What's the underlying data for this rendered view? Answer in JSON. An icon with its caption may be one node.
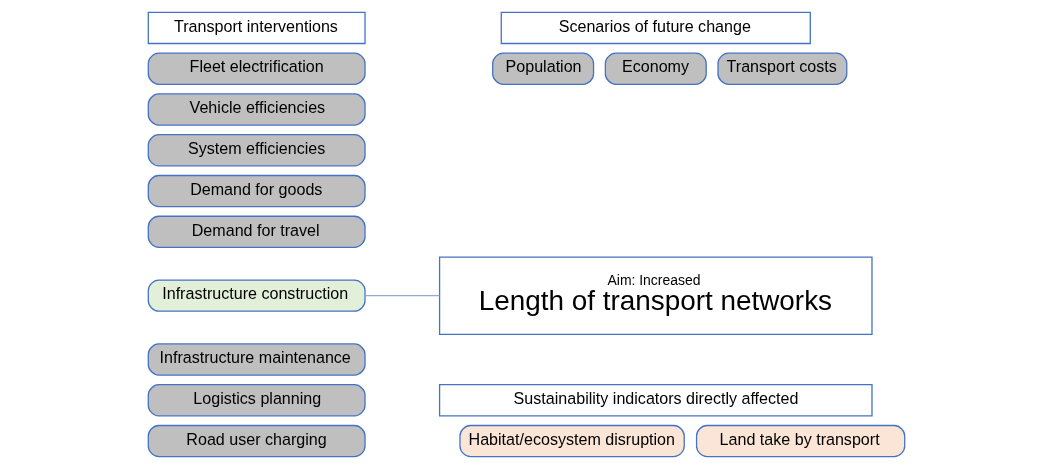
{
  "diagram": {
    "nodes": [
      {
        "text": [
          "Transport interventions"
        ]
      },
      {
        "text": [
          "Fleet electrification"
        ]
      },
      {
        "text": [
          "Vehicle efficiencies"
        ]
      },
      {
        "text": [
          "System efficiencies"
        ]
      },
      {
        "text": [
          "Demand for goods"
        ]
      },
      {
        "text": [
          "Demand for travel"
        ]
      },
      {
        "text": [
          "Infrastructure construction"
        ]
      },
      {
        "text": [
          "Infrastructure maintenance"
        ]
      },
      {
        "text": [
          "Logistics planning"
        ]
      },
      {
        "text": [
          "Road user charging"
        ]
      },
      {
        "text": [
          "Scenarios of future change"
        ]
      },
      {
        "text": [
          "Population"
        ]
      },
      {
        "text": [
          "Economy"
        ]
      },
      {
        "text": [
          "Transport costs"
        ]
      },
      {
        "text": [
          "Aim: Increased",
          "Length of transport networks"
        ]
      },
      {
        "text": [
          "Sustainability indicators directly affected"
        ]
      },
      {
        "text": [
          "Habitat/ecosystem disruption"
        ]
      },
      {
        "text": [
          "Land take by transport"
        ]
      }
    ],
    "edges": [
      {
        "from": 6,
        "to": 14,
        "arrow": "none"
      }
    ]
  }
}
